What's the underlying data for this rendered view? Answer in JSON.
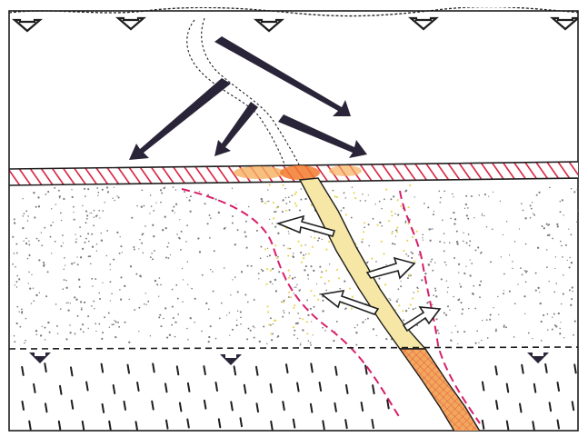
{
  "colors": {
    "background": "#ffffff",
    "outline": "#1e1e1e",
    "upper_arrows": "#2a2438",
    "seal_hatch": "#d8203f",
    "halo_dash": "#d81e6a",
    "fault_fill": "#f6e7a6",
    "fault_fill_lower": "#f3a75e",
    "fault_grid": "#e2603c",
    "leak_spots": "#f27a2e",
    "stipple": "#7a7a7a",
    "faint_dots": "#e8d75a"
  },
  "icons": {
    "surface_markers": "open-down-arrow",
    "basement_markers": "solid-down-arrow",
    "charge_arrows": "solid-tapered-arrow",
    "leak_arrows": "open-outline-arrow"
  },
  "layers": [
    "surface",
    "source-rock",
    "seal",
    "sandstone-reservoir",
    "basement"
  ]
}
